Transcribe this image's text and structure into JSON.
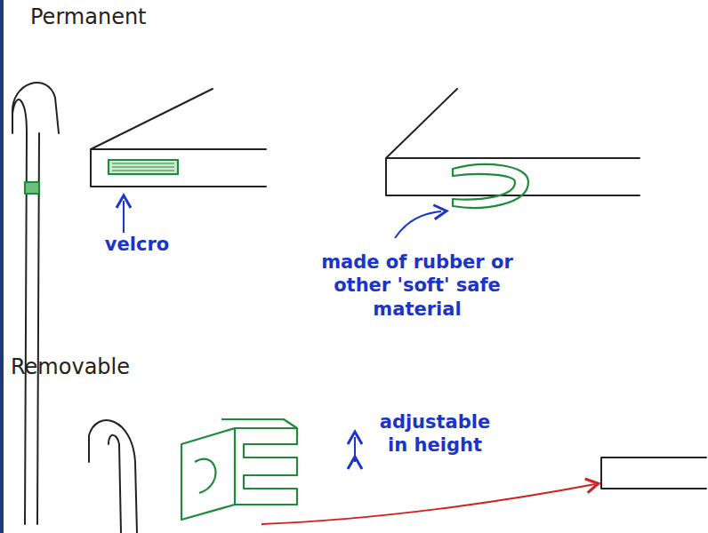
{
  "diagram": {
    "labels": [
      "Permanent",
      "velcro",
      "made of rubber or other 'soft' safe material",
      "Removable",
      "adjustable in height"
    ]
  }
}
